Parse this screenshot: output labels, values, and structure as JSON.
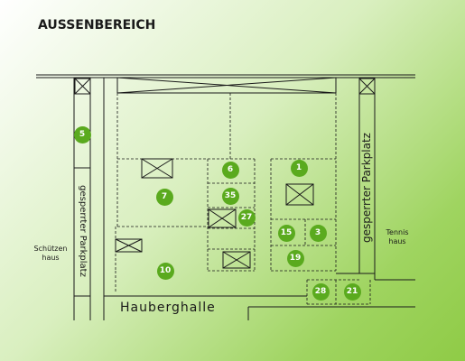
{
  "title": "AUSSENBEREICH",
  "labels": {
    "parkplatz_left": "gesperrter Parkplatz",
    "parkplatz_right": "gesperrter Parkplatz",
    "schuetzenhaus": "Schützen\nhaus",
    "tennishaus": "Tennis\nhaus",
    "hauberghalle": "Hauberghalle"
  },
  "spots": [
    {
      "id": "5",
      "label": "5"
    },
    {
      "id": "7",
      "label": "7"
    },
    {
      "id": "6",
      "label": "6"
    },
    {
      "id": "35",
      "label": "35"
    },
    {
      "id": "27",
      "label": "27"
    },
    {
      "id": "1",
      "label": "1"
    },
    {
      "id": "15",
      "label": "15"
    },
    {
      "id": "3",
      "label": "3"
    },
    {
      "id": "19",
      "label": "19"
    },
    {
      "id": "10",
      "label": "10"
    },
    {
      "id": "28",
      "label": "28"
    },
    {
      "id": "21",
      "label": "21"
    }
  ],
  "colors": {
    "badge": "#5aaa1e",
    "line": "#1a1a1a",
    "background_light": "#ffffff",
    "background_dark": "#8fcb46"
  }
}
